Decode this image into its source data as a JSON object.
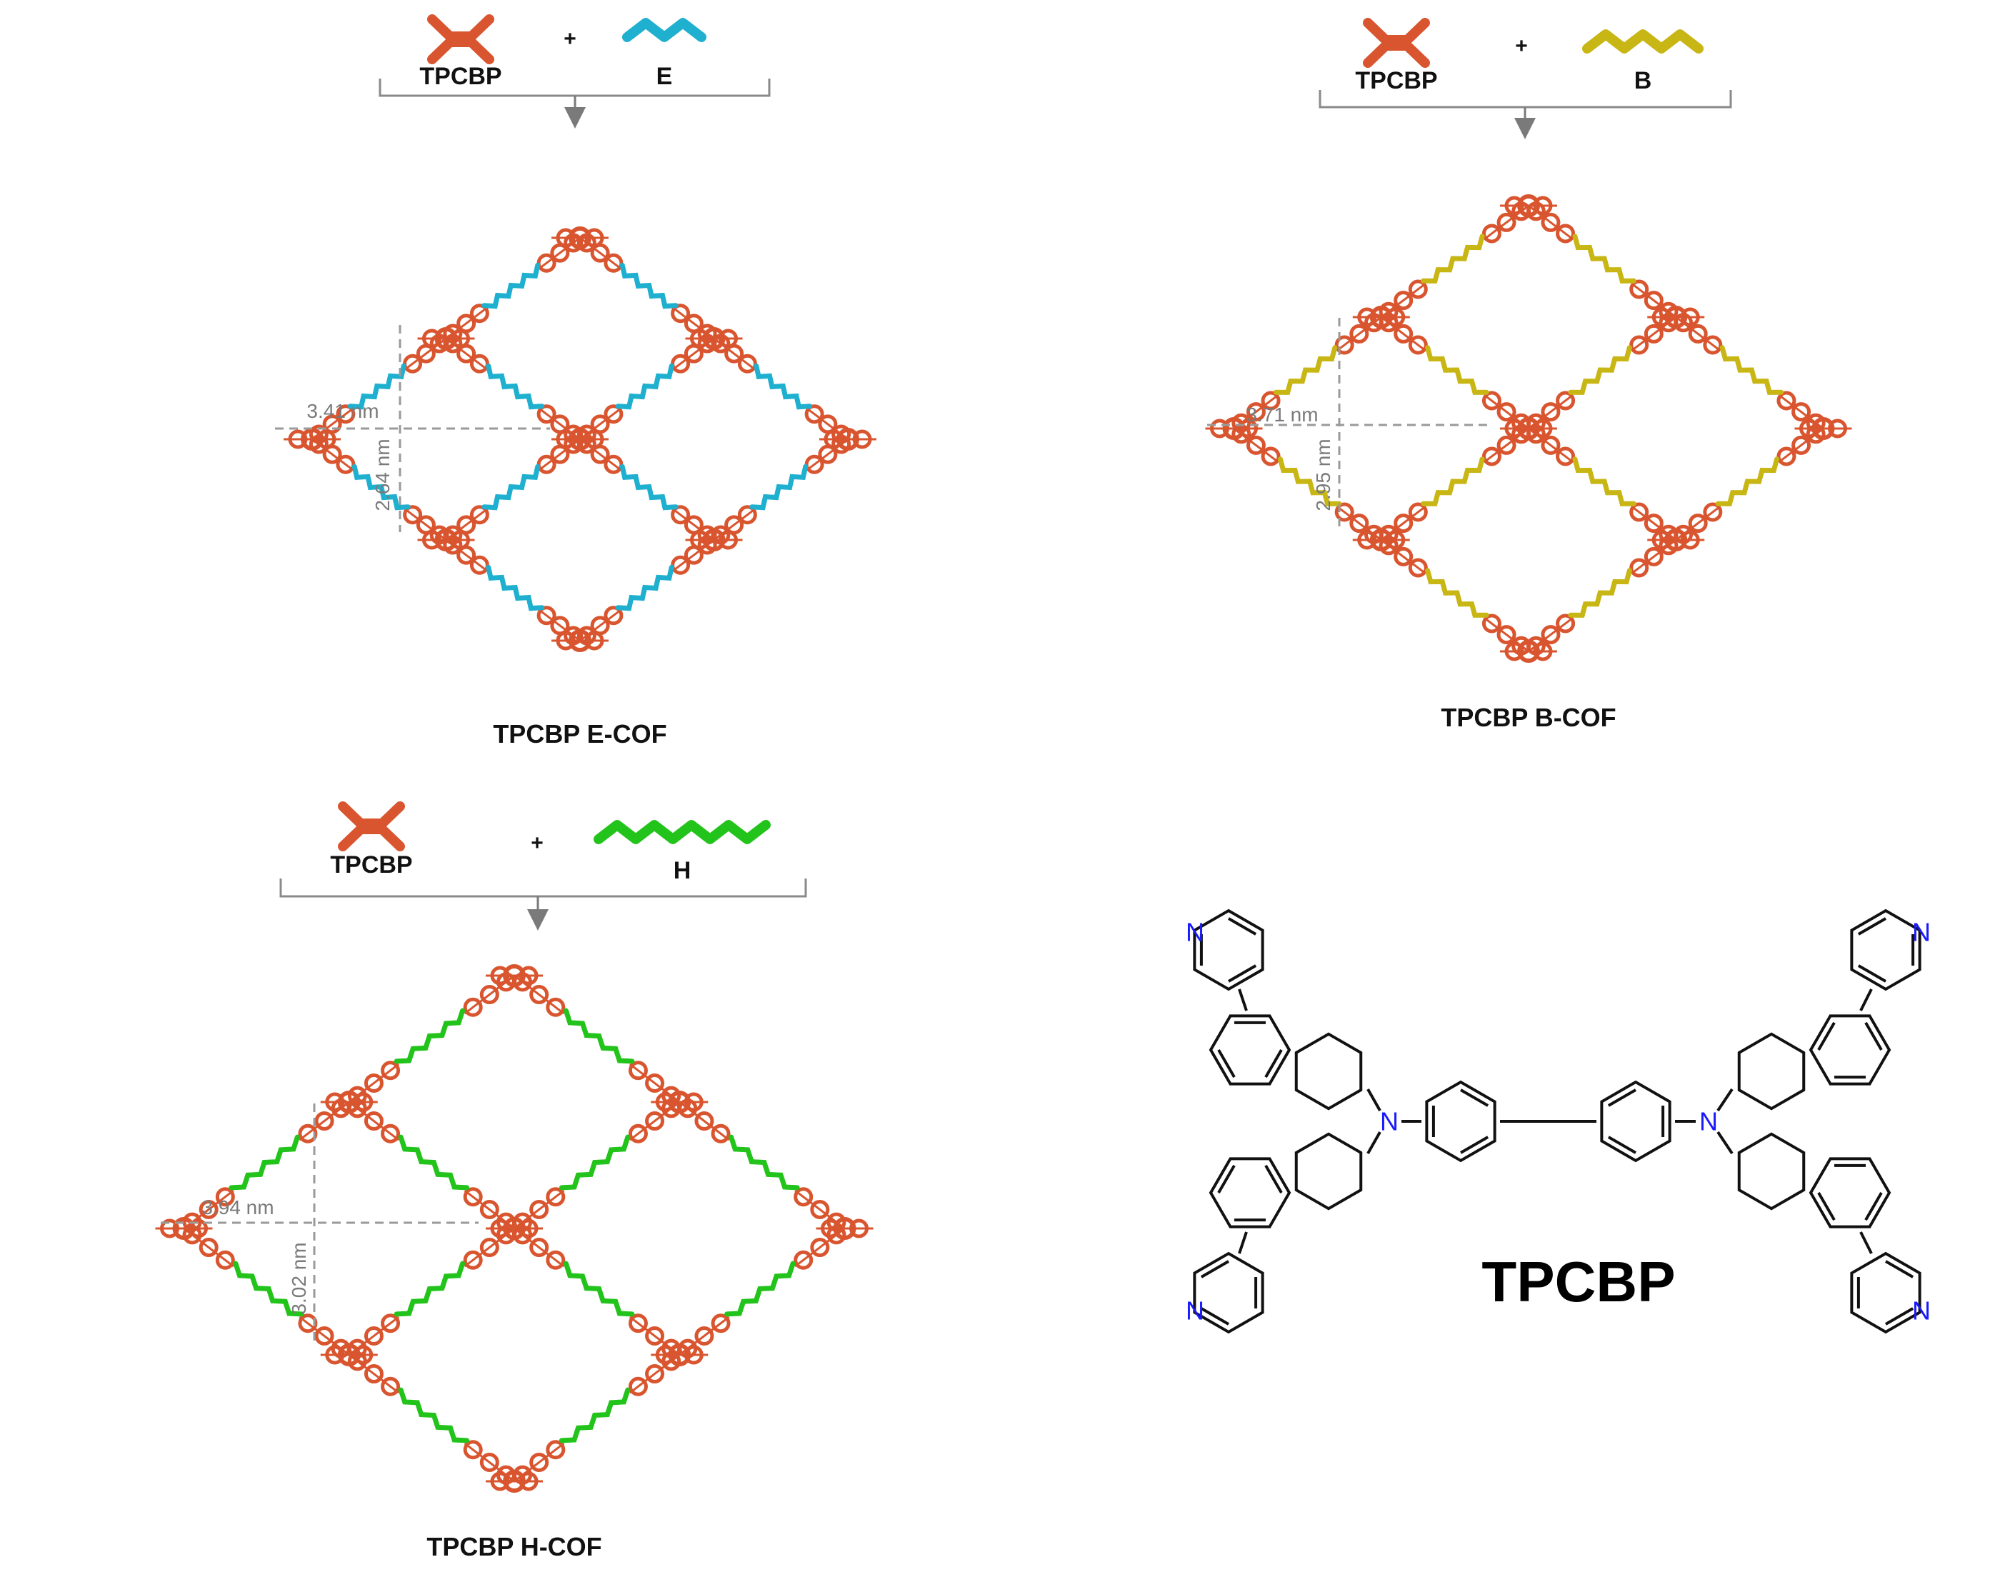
{
  "colors": {
    "framework": "#d9552f",
    "linker_e": "#1fb0d0",
    "linker_b": "#c8b615",
    "linker_h": "#22c31a",
    "measure": "#9a9a9a",
    "nitrogen": "#1a1aff",
    "bond": "#111111"
  },
  "panels": [
    {
      "id": "e",
      "monomer_label": "TPCBP",
      "plus": "+",
      "linker_label": "E",
      "linker_color_key": "linker_e",
      "horizontal_measure": "3.41 nm",
      "vertical_measure": "2.64 nm",
      "caption": "TPCBP E-COF"
    },
    {
      "id": "b",
      "monomer_label": "TPCBP",
      "plus": "+",
      "linker_label": "B",
      "linker_color_key": "linker_b",
      "horizontal_measure": "3.71 nm",
      "vertical_measure": "2.95 nm",
      "caption": "TPCBP B-COF"
    },
    {
      "id": "h",
      "monomer_label": "TPCBP",
      "plus": "+",
      "linker_label": "H",
      "linker_color_key": "linker_h",
      "horizontal_measure": "3.94 nm",
      "vertical_measure": "3.02 nm",
      "caption": "TPCBP H-COF"
    }
  ],
  "structure": {
    "title": "TPCBP",
    "atom_label": "N"
  }
}
